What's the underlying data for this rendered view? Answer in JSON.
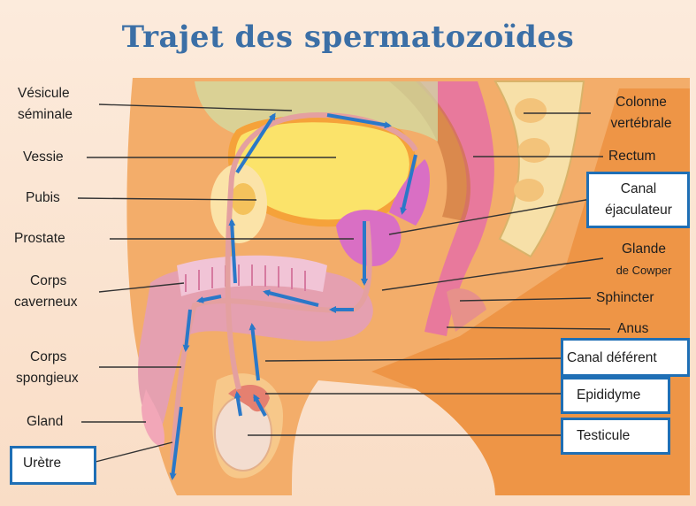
{
  "title": "Trajet des spermatozoïdes",
  "labels_left": {
    "vesicule_l1": "Vésicule",
    "vesicule_l2": "séminale",
    "vessie": "Vessie",
    "pubis": "Pubis",
    "prostate": "Prostate",
    "corps_caverneux_l1": "Corps",
    "corps_caverneux_l2": "caverneux",
    "corps_spongieux_l1": "Corps",
    "corps_spongieux_l2": "spongieux",
    "gland": "Gland",
    "uretre": "Urètre"
  },
  "labels_right": {
    "colonne_l1": "Colonne",
    "colonne_l2": "vertébrale",
    "rectum": "Rectum",
    "canal_ejac_l1": "Canal",
    "canal_ejac_l2": "éjaculateur",
    "glande_l1": "Glande",
    "glande_l2": "de Cowper",
    "sphincter": "Sphincter",
    "anus": "Anus",
    "canal_deferent": "Canal déférent",
    "epididyme": "Epididyme",
    "testicule": "Testicule"
  },
  "colors": {
    "title": "#3b6fa6",
    "box": "#1f6fb5",
    "arrow": "#2a78c8",
    "skin": "#f2a35a",
    "bladder": "#fbe36a",
    "prostate": "#d96fc4",
    "rectum": "#e8799c"
  },
  "arrow_icon": "arrow-icon"
}
